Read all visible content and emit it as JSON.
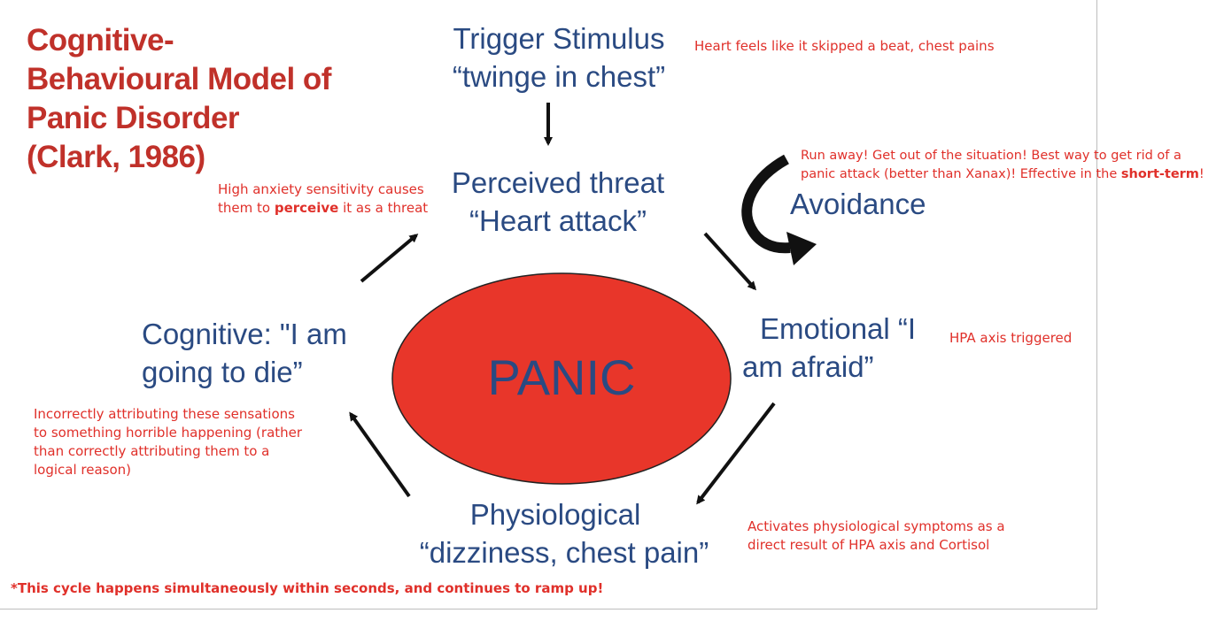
{
  "title": [
    "Cognitive-",
    "Behavioural Model of",
    "Panic Disorder",
    "(Clark, 1986)"
  ],
  "nodes": {
    "trigger": [
      "Trigger Stimulus",
      "“twinge in chest”"
    ],
    "perceived": [
      "Perceived threat",
      "“Heart attack”"
    ],
    "avoidance": "Avoidance",
    "emotional": [
      "Emotional “I",
      "am afraid”"
    ],
    "physiological": [
      "Physiological",
      "“dizziness, chest pain”"
    ],
    "cognitive": [
      "Cognitive: \"I am",
      "going to die”"
    ],
    "panic": "PANIC"
  },
  "notes": {
    "trigger": "Heart feels like it skipped a beat, chest pains",
    "perceived": {
      "line1": "High anxiety sensitivity causes",
      "line2_pre": "them to ",
      "line2_bold": "perceive",
      "line2_post": " it as a threat"
    },
    "avoidance": {
      "line1": "Run away! Get out of the situation! Best way to get rid of a",
      "line2_pre": "panic attack (better than Xanax)! Effective in the ",
      "line2_bold": "short-term",
      "line2_post": "!"
    },
    "emotional": "HPA axis triggered",
    "physiological": [
      "Activates physiological symptoms as a",
      "direct result of HPA axis and Cortisol"
    ],
    "cognitive": [
      "Incorrectly attributing these sensations",
      "to something horrible happening (rather",
      "than correctly attributing them to a",
      "logical reason)"
    ]
  },
  "footnote": "*This cycle happens simultaneously within seconds, and continues to ramp up!",
  "colors": {
    "title": "#c0312a",
    "node_text": "#2a4a82",
    "note_text": "#e0302a",
    "panic_fill": "#e8362a",
    "arrow": "#111111"
  }
}
